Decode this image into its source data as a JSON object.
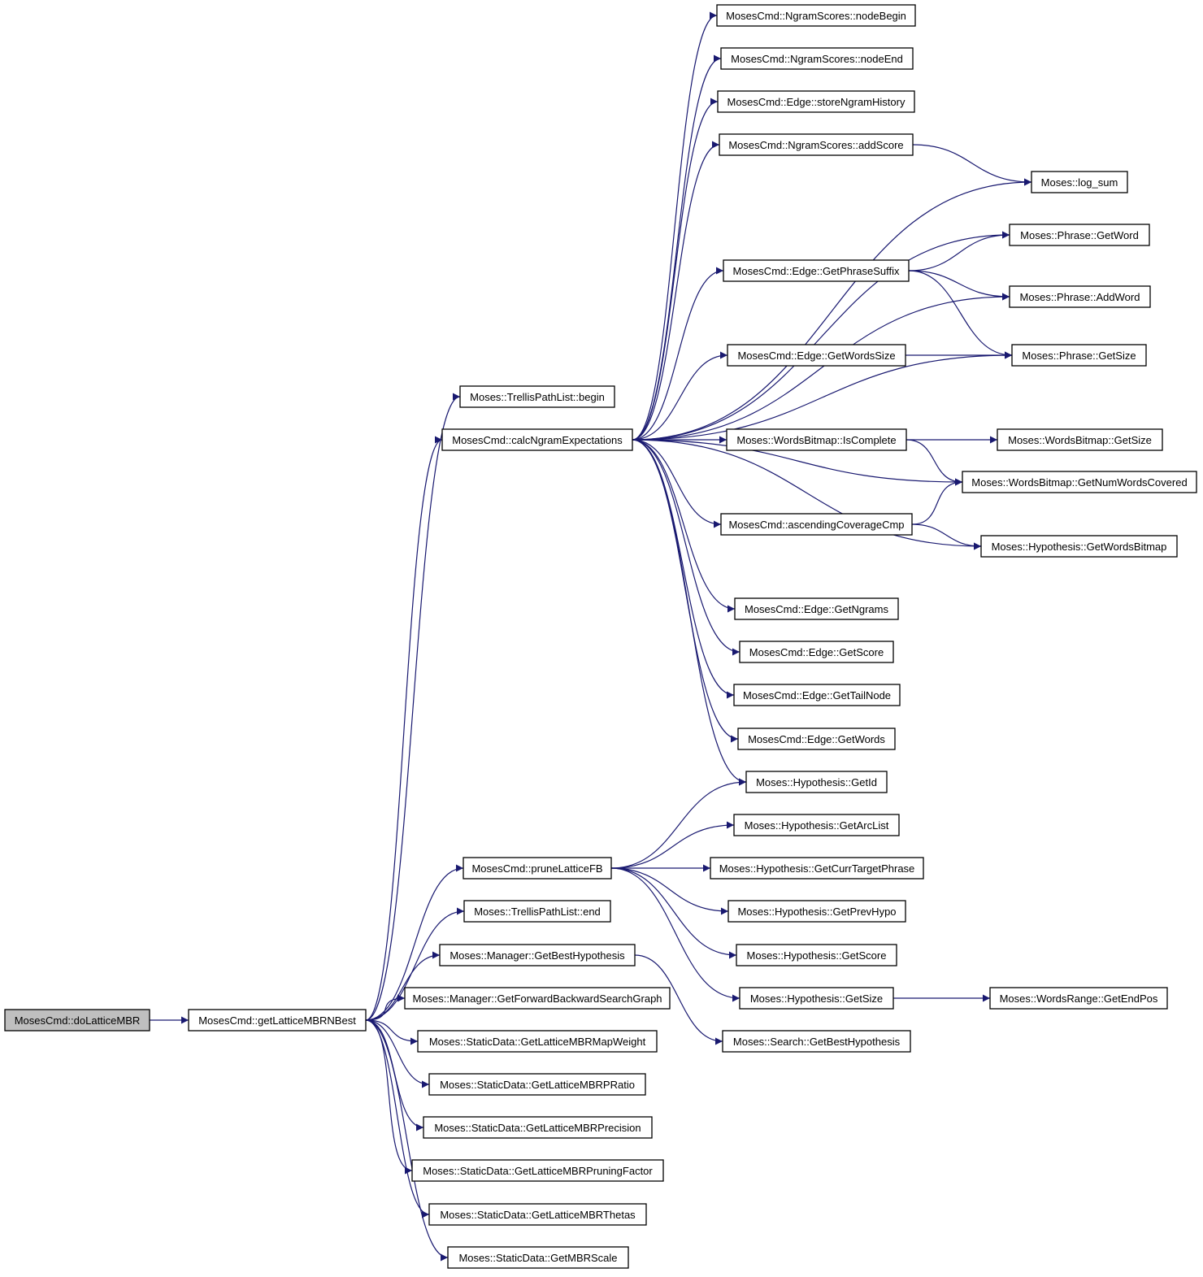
{
  "colors": {
    "edge": "#191970",
    "node_border": "#000000",
    "root_fill": "#bfbfbf",
    "node_fill": "#ffffff",
    "background": "#ffffff"
  },
  "nodes": {
    "doLatticeMBR": "MosesCmd::doLatticeMBR",
    "getLatticeMBRNBest": "MosesCmd::getLatticeMBRNBest",
    "trellisBegin": "Moses::TrellisPathList::begin",
    "calcNgram": "MosesCmd::calcNgramExpectations",
    "pruneLattice": "MosesCmd::pruneLatticeFB",
    "trellisEnd": "Moses::TrellisPathList::end",
    "mgrGetBestHyp": "Moses::Manager::GetBestHypothesis",
    "mgrGetFBSG": "Moses::Manager::GetForwardBackwardSearchGraph",
    "sdMapWeight": "Moses::StaticData::GetLatticeMBRMapWeight",
    "sdPRatio": "Moses::StaticData::GetLatticeMBRPRatio",
    "sdPrecision": "Moses::StaticData::GetLatticeMBRPrecision",
    "sdPruning": "Moses::StaticData::GetLatticeMBRPruningFactor",
    "sdThetas": "Moses::StaticData::GetLatticeMBRThetas",
    "sdMBRScale": "Moses::StaticData::GetMBRScale",
    "nsNodeBegin": "MosesCmd::NgramScores::nodeBegin",
    "nsNodeEnd": "MosesCmd::NgramScores::nodeEnd",
    "edgeStoreNgram": "MosesCmd::Edge::storeNgramHistory",
    "nsAddScore": "MosesCmd::NgramScores::addScore",
    "edgeGetPhraseSuffix": "MosesCmd::Edge::GetPhraseSuffix",
    "edgeGetWordsSize": "MosesCmd::Edge::GetWordsSize",
    "wbIsComplete": "Moses::WordsBitmap::IsComplete",
    "ascCovCmp": "MosesCmd::ascendingCoverageCmp",
    "edgeGetNgrams": "MosesCmd::Edge::GetNgrams",
    "edgeGetScore": "MosesCmd::Edge::GetScore",
    "edgeGetTailNode": "MosesCmd::Edge::GetTailNode",
    "edgeGetWords": "MosesCmd::Edge::GetWords",
    "hypGetId": "Moses::Hypothesis::GetId",
    "hypGetArcList": "Moses::Hypothesis::GetArcList",
    "hypGetCurrTarget": "Moses::Hypothesis::GetCurrTargetPhrase",
    "hypGetPrevHypo": "Moses::Hypothesis::GetPrevHypo",
    "hypGetScore": "Moses::Hypothesis::GetScore",
    "hypGetSize": "Moses::Hypothesis::GetSize",
    "searchGetBestHyp": "Moses::Search::GetBestHypothesis",
    "logSum": "Moses::log_sum",
    "phraseGetWord": "Moses::Phrase::GetWord",
    "phraseAddWord": "Moses::Phrase::AddWord",
    "phraseGetSize": "Moses::Phrase::GetSize",
    "wbGetSize": "Moses::WordsBitmap::GetSize",
    "wbGetNumWordsCovered": "Moses::WordsBitmap::GetNumWordsCovered",
    "hypGetWordsBitmap": "Moses::Hypothesis::GetWordsBitmap",
    "wrGetEndPos": "Moses::WordsRange::GetEndPos"
  },
  "edges": [
    [
      "doLatticeMBR",
      "getLatticeMBRNBest"
    ],
    [
      "getLatticeMBRNBest",
      "trellisBegin"
    ],
    [
      "getLatticeMBRNBest",
      "calcNgram"
    ],
    [
      "getLatticeMBRNBest",
      "pruneLattice"
    ],
    [
      "getLatticeMBRNBest",
      "trellisEnd"
    ],
    [
      "getLatticeMBRNBest",
      "mgrGetBestHyp"
    ],
    [
      "getLatticeMBRNBest",
      "mgrGetFBSG"
    ],
    [
      "getLatticeMBRNBest",
      "sdMapWeight"
    ],
    [
      "getLatticeMBRNBest",
      "sdPRatio"
    ],
    [
      "getLatticeMBRNBest",
      "sdPrecision"
    ],
    [
      "getLatticeMBRNBest",
      "sdPruning"
    ],
    [
      "getLatticeMBRNBest",
      "sdThetas"
    ],
    [
      "getLatticeMBRNBest",
      "sdMBRScale"
    ],
    [
      "calcNgram",
      "nsNodeBegin"
    ],
    [
      "calcNgram",
      "nsNodeEnd"
    ],
    [
      "calcNgram",
      "edgeStoreNgram"
    ],
    [
      "calcNgram",
      "nsAddScore"
    ],
    [
      "calcNgram",
      "logSum"
    ],
    [
      "calcNgram",
      "phraseGetWord"
    ],
    [
      "calcNgram",
      "edgeGetPhraseSuffix"
    ],
    [
      "calcNgram",
      "phraseAddWord"
    ],
    [
      "calcNgram",
      "edgeGetWordsSize"
    ],
    [
      "calcNgram",
      "phraseGetSize"
    ],
    [
      "calcNgram",
      "wbIsComplete"
    ],
    [
      "calcNgram",
      "wbGetNumWordsCovered"
    ],
    [
      "calcNgram",
      "ascCovCmp"
    ],
    [
      "calcNgram",
      "hypGetWordsBitmap"
    ],
    [
      "calcNgram",
      "edgeGetNgrams"
    ],
    [
      "calcNgram",
      "edgeGetScore"
    ],
    [
      "calcNgram",
      "edgeGetTailNode"
    ],
    [
      "calcNgram",
      "edgeGetWords"
    ],
    [
      "calcNgram",
      "hypGetId"
    ],
    [
      "nsAddScore",
      "logSum"
    ],
    [
      "edgeGetPhraseSuffix",
      "phraseGetWord"
    ],
    [
      "edgeGetPhraseSuffix",
      "phraseAddWord"
    ],
    [
      "edgeGetPhraseSuffix",
      "phraseGetSize"
    ],
    [
      "edgeGetWordsSize",
      "phraseGetSize"
    ],
    [
      "wbIsComplete",
      "wbGetSize"
    ],
    [
      "wbIsComplete",
      "wbGetNumWordsCovered"
    ],
    [
      "ascCovCmp",
      "wbGetNumWordsCovered"
    ],
    [
      "ascCovCmp",
      "hypGetWordsBitmap"
    ],
    [
      "pruneLattice",
      "hypGetId"
    ],
    [
      "pruneLattice",
      "hypGetArcList"
    ],
    [
      "pruneLattice",
      "hypGetCurrTarget"
    ],
    [
      "pruneLattice",
      "hypGetPrevHypo"
    ],
    [
      "pruneLattice",
      "hypGetScore"
    ],
    [
      "pruneLattice",
      "hypGetSize"
    ],
    [
      "hypGetSize",
      "wrGetEndPos"
    ],
    [
      "mgrGetBestHyp",
      "searchGetBestHyp"
    ]
  ]
}
